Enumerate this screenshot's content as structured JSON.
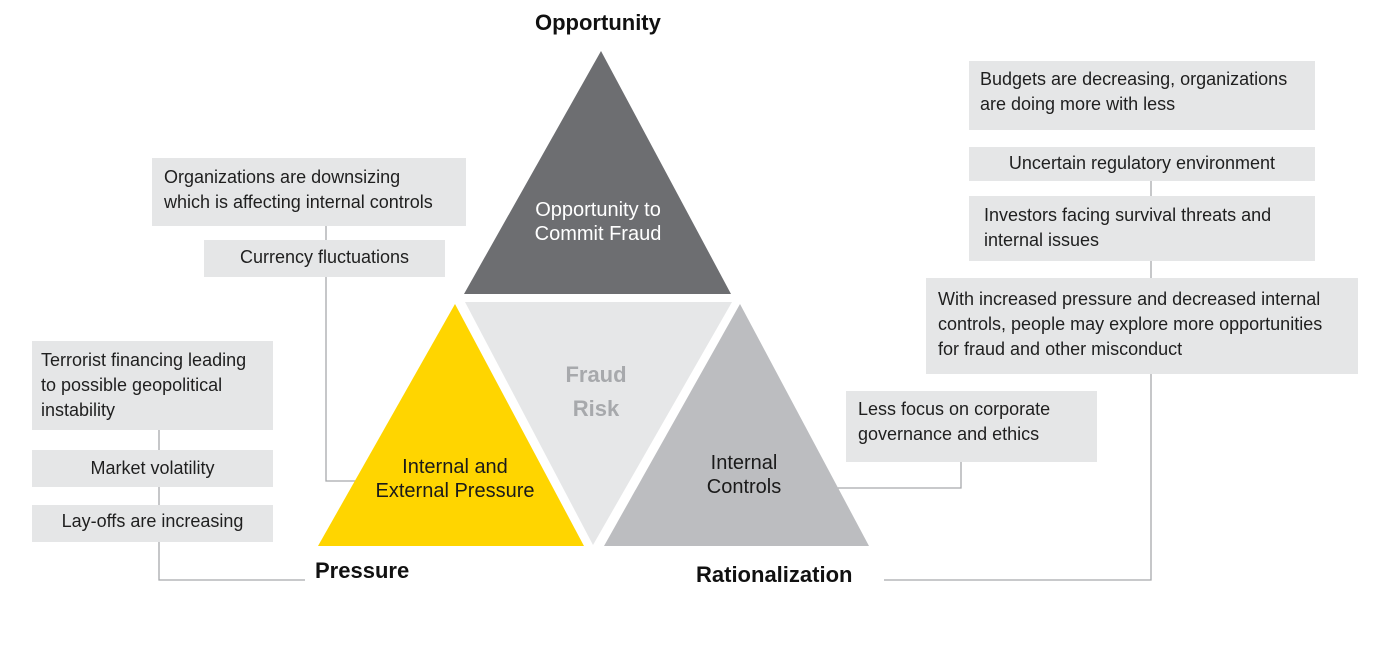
{
  "headings": {
    "opportunity": "Opportunity",
    "pressure": "Pressure",
    "rationalization": "Rationalization"
  },
  "triangles": {
    "top": "Opportunity to\nCommit Fraud",
    "center": "Fraud\nRisk",
    "left": "Internal and\nExternal Pressure",
    "right": "Internal\nControls"
  },
  "pressure_factors": [
    "Terrorist financing leading\nto possible geopolitical\ninstability",
    "Market volatility",
    "Lay-offs are increasing"
  ],
  "opportunity_factors": [
    "Organizations are downsizing\nwhich is affecting internal controls",
    "Currency fluctuations"
  ],
  "rationalization_factors": [
    "Budgets are decreasing, organizations\nare doing more with less",
    "Uncertain regulatory environment",
    "Investors facing survival threats and\ninternal issues",
    "With increased pressure and decreased internal\ncontrols, people may explore more opportunities\nfor fraud and other misconduct",
    "Less focus on corporate\ngovernance and ethics"
  ],
  "colors": {
    "opportunity_triangle": "#6d6e71",
    "center_triangle": "#e6e7e8",
    "pressure_triangle": "#ffd500",
    "controls_triangle": "#bcbdc0",
    "factor_box": "#e5e6e7",
    "connector": "#a7a9ac"
  }
}
